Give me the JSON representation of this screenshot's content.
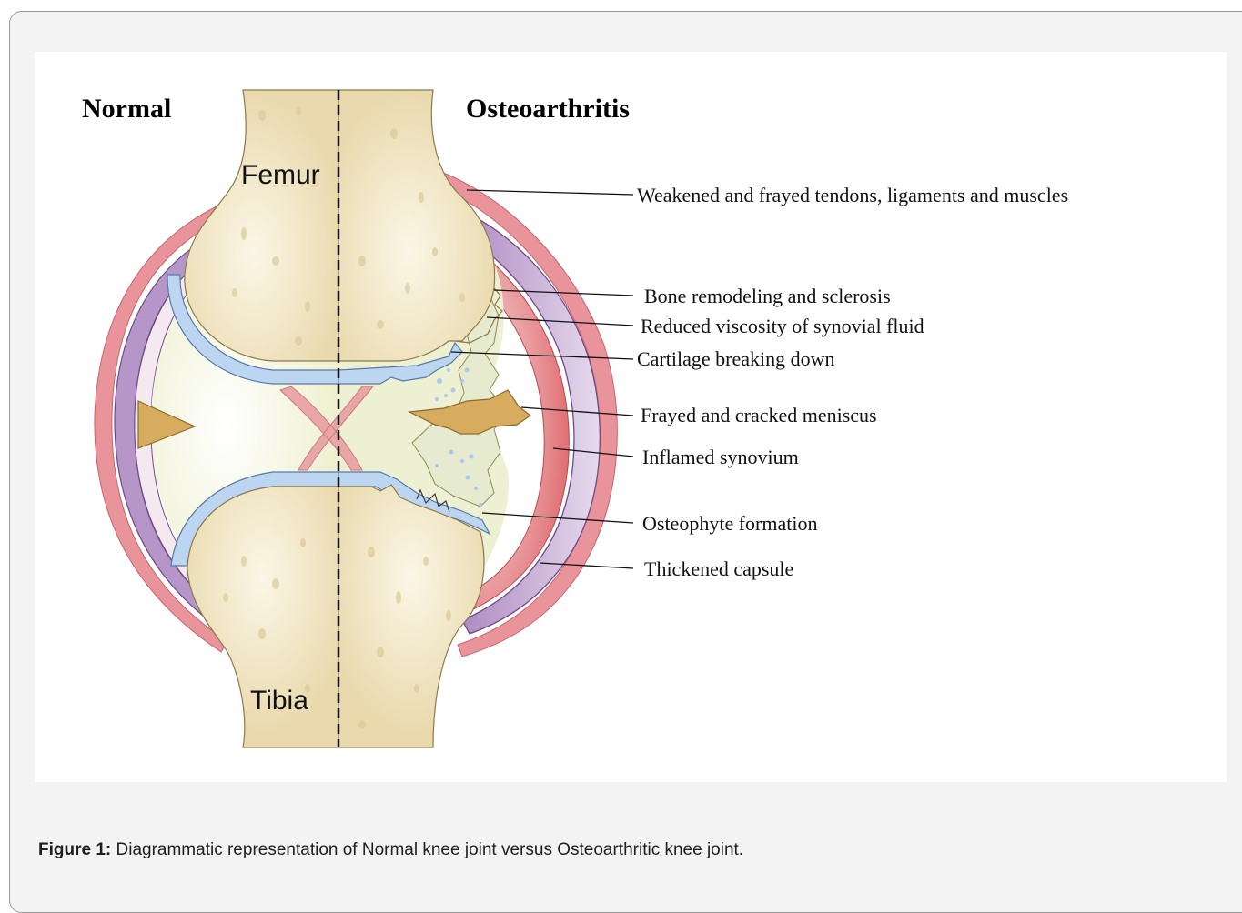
{
  "figure": {
    "heading_left": "Normal",
    "heading_right": "Osteoarthritis",
    "bone_labels": {
      "femur": "Femur",
      "tibia": "Tibia"
    },
    "annotations": [
      "Weakened and frayed tendons, ligaments and muscles",
      "Bone remodeling and sclerosis",
      "Reduced viscosity of synovial fluid",
      "Cartilage breaking down",
      "Frayed and cracked meniscus",
      "Inflamed synovium",
      "Osteophyte formation",
      "Thickened capsule"
    ]
  },
  "caption": {
    "label": "Figure 1:",
    "text": " Diagrammatic representation of Normal knee joint versus Osteoarthritic knee joint."
  },
  "colors": {
    "bone": "#efe2bf",
    "cartilage": "#bcd6f2",
    "synovial_fluid": "#f3f3d8",
    "capsule": "#b99ac9",
    "synovium": "#e27a7e",
    "ligament": "#e9939a",
    "meniscus": "#d8ac5f"
  }
}
